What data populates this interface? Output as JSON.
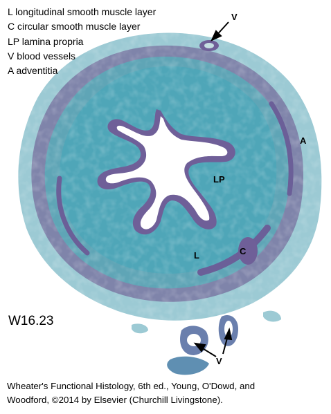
{
  "legend": [
    "L longitudinal smooth muscle layer",
    "C circular smooth muscle layer",
    "LP lamina propria",
    "V blood vessels",
    "A adventitia"
  ],
  "markers": {
    "v_top": "V",
    "lp": "LP",
    "l": "L",
    "c": "C",
    "a": "A",
    "v_bottom": "V"
  },
  "figure_label": "W16.23",
  "caption": {
    "line1": "Wheater's Functional Histology, 6th ed., Young, O'Dowd, and",
    "line2": "Woodford, ©2014 by Elsevier (Churchill Livingstone)."
  },
  "colors": {
    "adventitia": "#9dc9d3",
    "muscle": "#7e82a8",
    "lamina_propria": "#4aa2b4",
    "epithelium": "#6f5f98",
    "lumen": "#ffffff"
  }
}
